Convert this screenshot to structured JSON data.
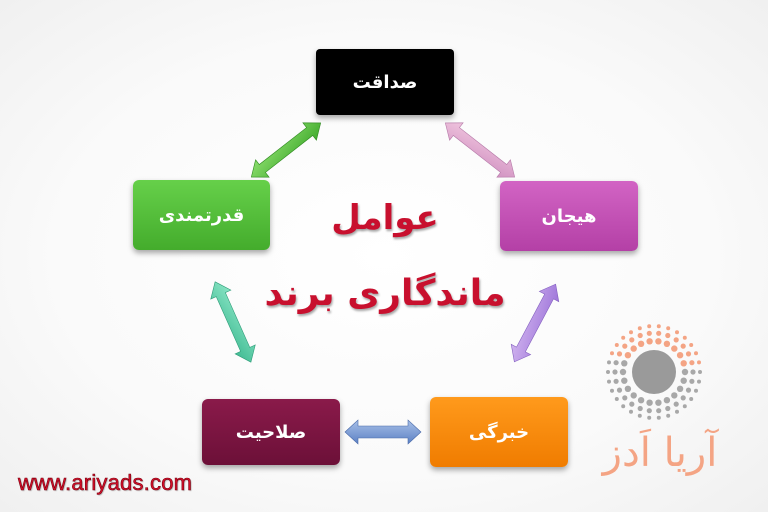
{
  "boxes": {
    "sadaqat": "صداقت",
    "hayajan": "هیجان",
    "qodratmandi": "قدرتمندی",
    "salahiat": "صلاحیت",
    "khebregi": "خبرگی"
  },
  "center_title": {
    "line1": "عوامل",
    "line2": "ماندگاری برند"
  },
  "footer": {
    "website": "www.ariyads.com",
    "brand": "آریا اَدز"
  },
  "colors": {
    "sadaqat": "#000000",
    "hayajan": "#c252b4",
    "qodratmandi": "#55bf3a",
    "salahiat": "#7a1540",
    "khebregi": "#f88a0c",
    "title": "#c8102e"
  }
}
